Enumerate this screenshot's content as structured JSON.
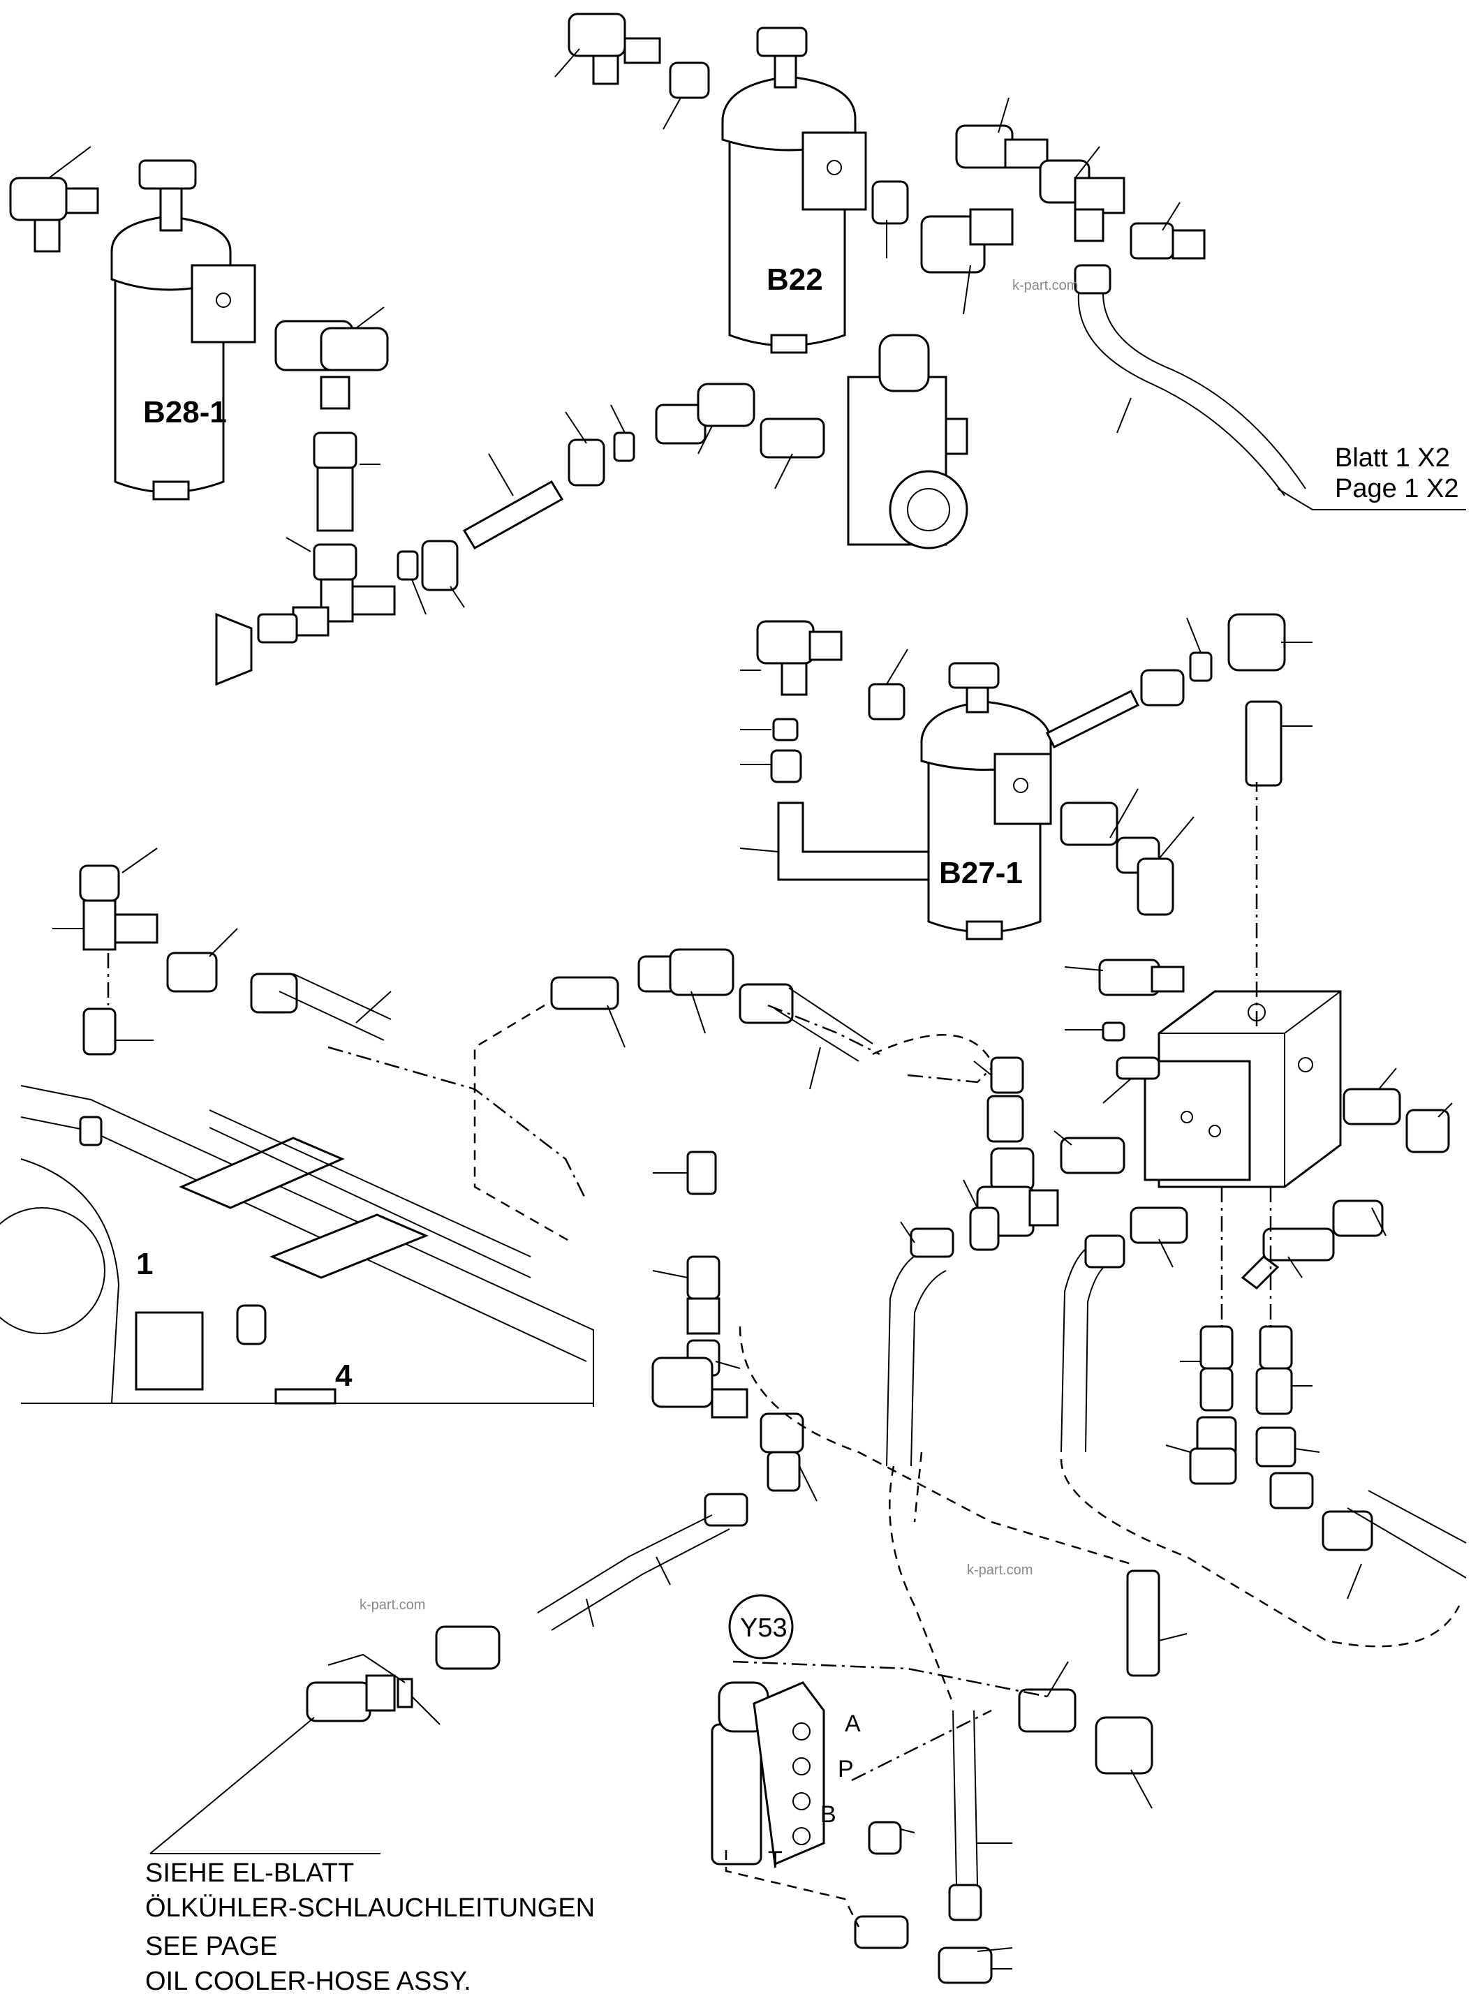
{
  "filters": {
    "b28": "B28-1",
    "b22": "B22",
    "b27": "B27-1"
  },
  "valve": {
    "id": "Y53",
    "ports": {
      "a": "A",
      "p": "P",
      "b": "B",
      "t": "T"
    }
  },
  "housing_marks": {
    "one": "1",
    "four": "4"
  },
  "reference": {
    "line1": "Blatt  1 X2",
    "line2": "Page 1 X2"
  },
  "note": {
    "line1": "SIEHE EL-BLATT",
    "line2": "ÖLKÜHLER-SCHLAUCHLEITUNGEN",
    "line3": "SEE PAGE",
    "line4": "OIL COOLER-HOSE ASSY."
  },
  "watermark": "k-part.com"
}
